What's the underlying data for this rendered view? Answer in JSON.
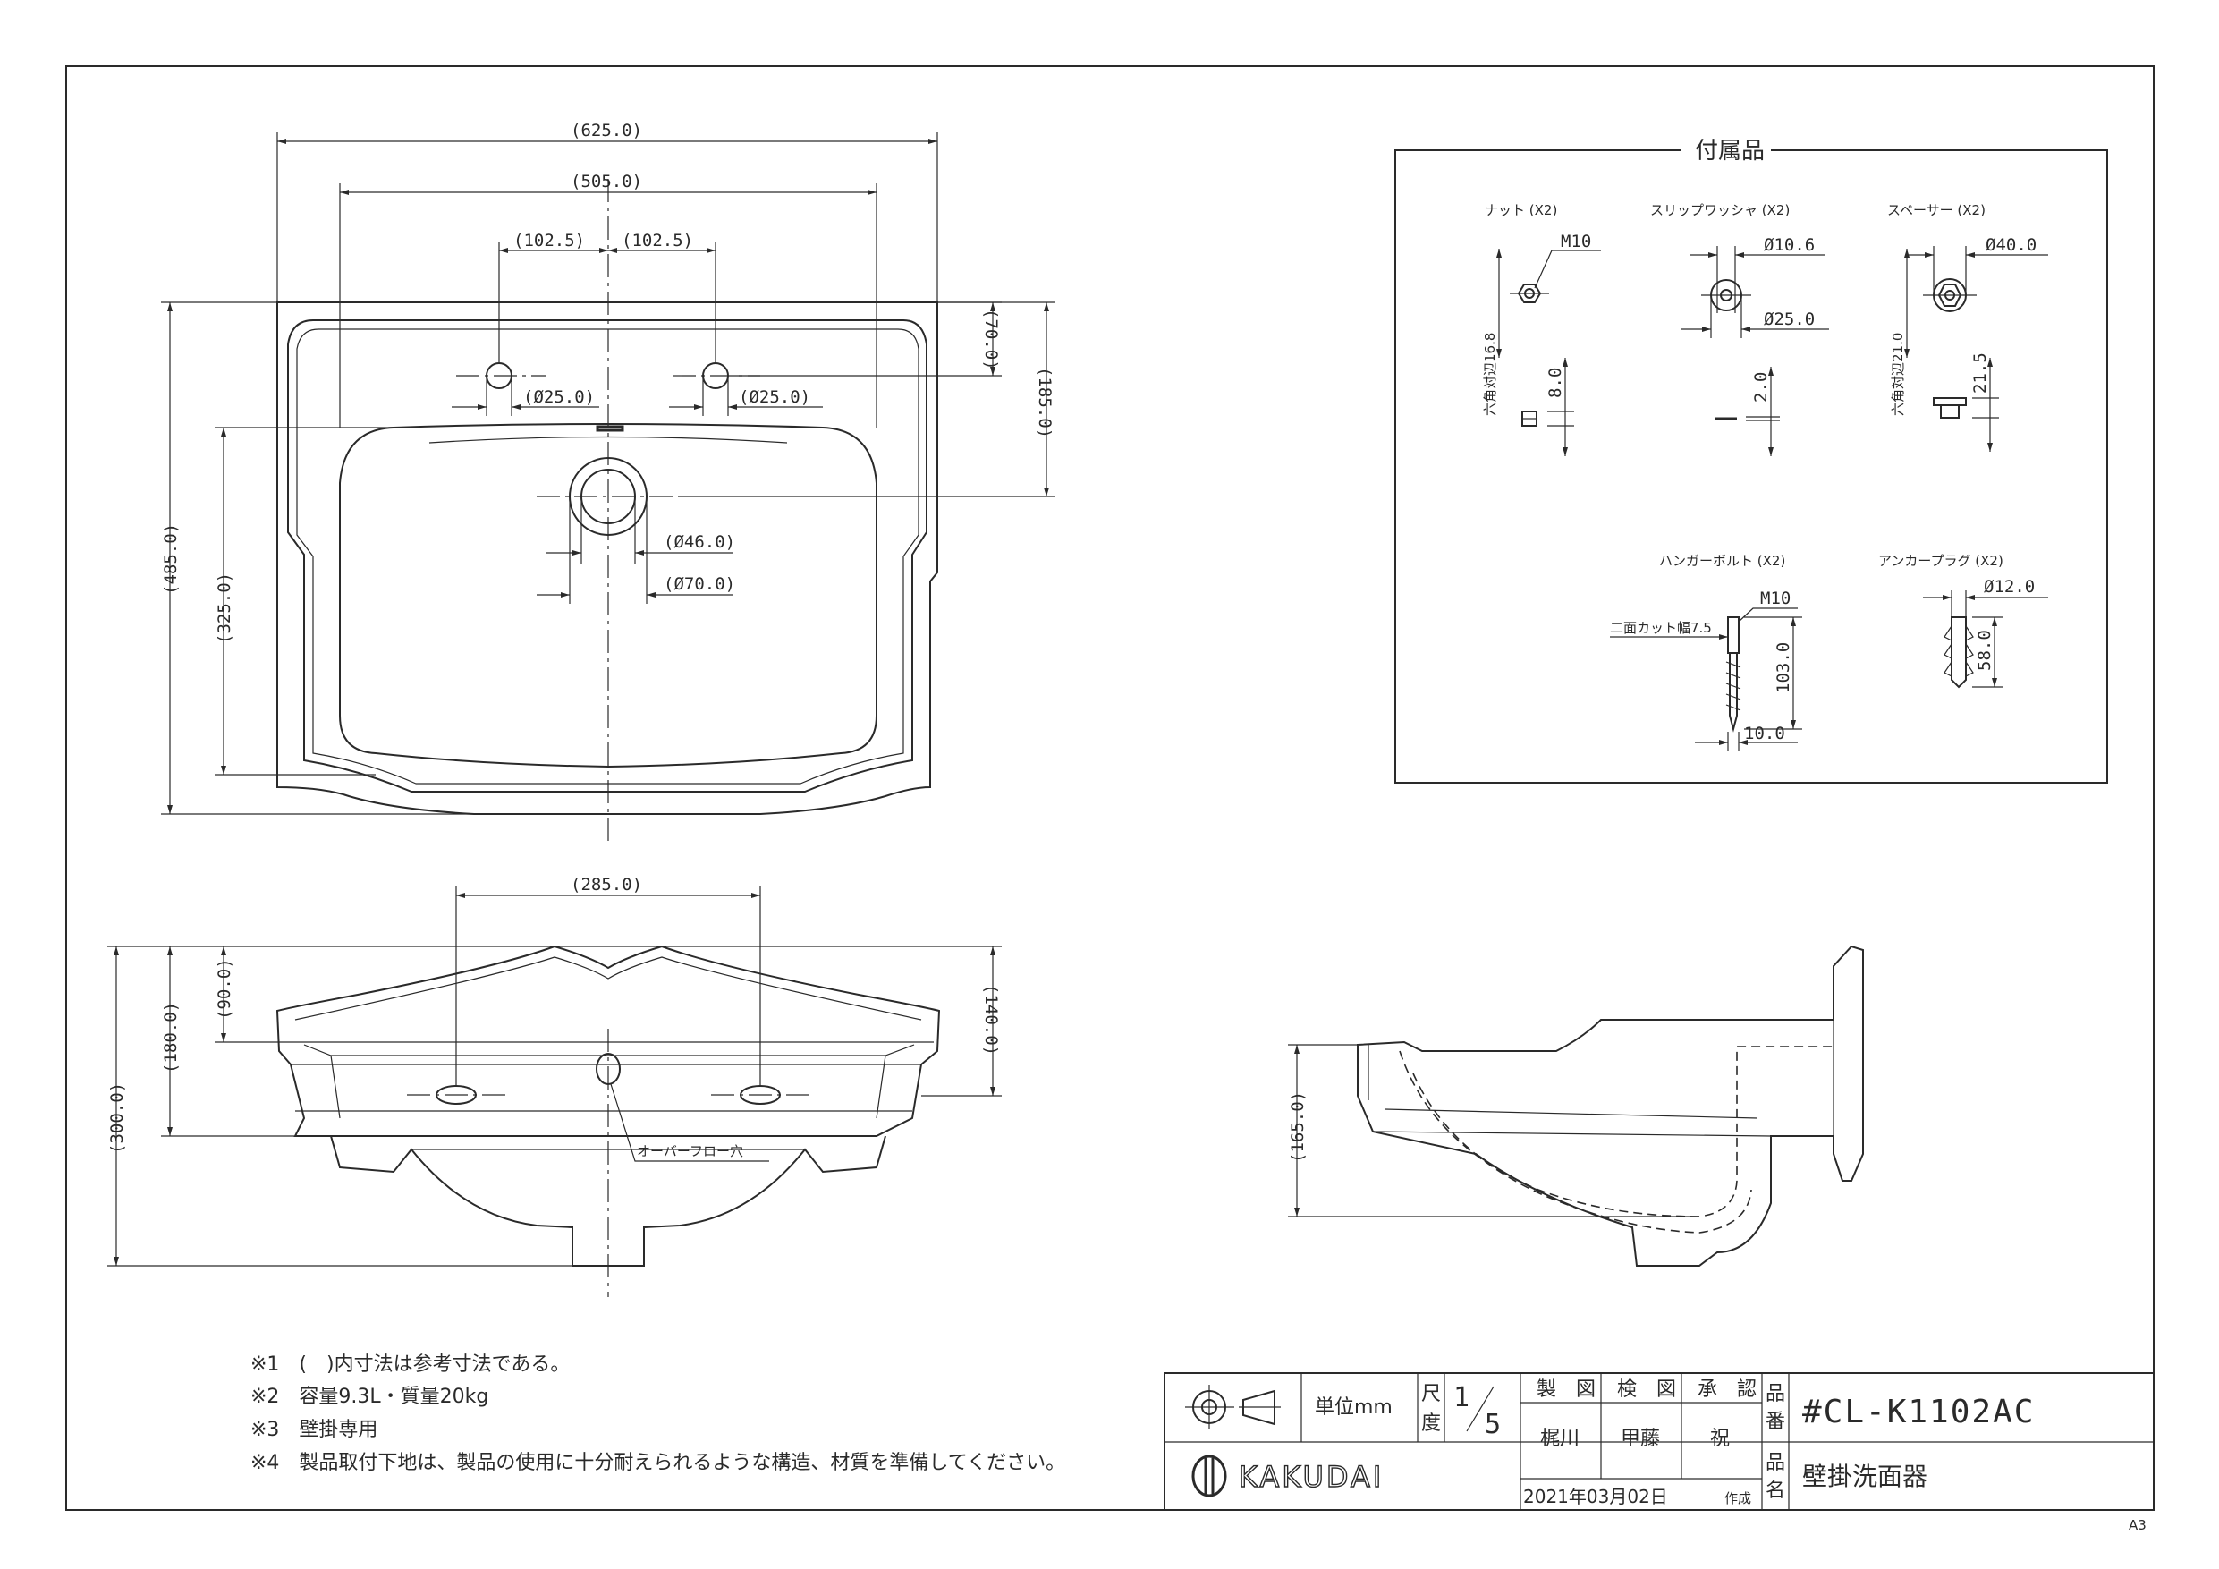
{
  "dimensions": {
    "top_overall_width": "(625.0)",
    "top_inner_width": "(505.0)",
    "tap_offset_left": "(102.5)",
    "tap_offset_right": "(102.5)",
    "tap_hole_left": "(Ø25.0)",
    "tap_hole_right": "(Ø25.0)",
    "drain_inner": "(Ø46.0)",
    "drain_outer": "(Ø70.0)",
    "tap_to_back": "(70.0)",
    "drain_to_back": "(185.0)",
    "overall_depth": "(485.0)",
    "bowl_depth": "(325.0)",
    "front_bracket_spacing": "(285.0)",
    "front_rim_height": "(90.0)",
    "front_body_height": "(180.0)",
    "front_overall_height": "(300.0)",
    "front_side_height": "(140.0)",
    "side_height": "(165.0)"
  },
  "labels": {
    "overflow_hole": "オーバーフロー穴"
  },
  "accessories": {
    "title": "付属品",
    "nut": {
      "name": "ナット (X2)",
      "thread": "M10",
      "hex_width": "六角対辺16.8",
      "height": "8.0"
    },
    "washer": {
      "name": "スリップワッシャ (X2)",
      "inner": "Ø10.6",
      "outer": "Ø25.0",
      "thickness": "2.0"
    },
    "spacer": {
      "name": "スペーサー (X2)",
      "outer": "Ø40.0",
      "hex_width": "六角対辺21.0",
      "height": "21.5"
    },
    "bolt": {
      "name": "ハンガーボルト (X2)",
      "thread": "M10",
      "cut_width": "二面カット幅7.5",
      "length": "103.0",
      "tip": "10.0"
    },
    "plug": {
      "name": "アンカープラグ (X2)",
      "diameter": "Ø12.0",
      "length": "58.0"
    }
  },
  "notes": [
    "※1　(　)内寸法は参考寸法である。",
    "※2　容量9.3L・質量20kg",
    "※3　壁掛専用",
    "※4　製品取付下地は、製品の使用に十分耐えられるような構造、材質を準備してください。"
  ],
  "title_block": {
    "unit_label": "単位mm",
    "scale_label_1": "尺",
    "scale_label_2": "度",
    "scale_num": "1",
    "scale_den": "5",
    "made_label": "製　図",
    "check_label": "検　図",
    "approve_label": "承　認",
    "made_by": "梶川",
    "checked_by": "甲藤",
    "approved_by": "祝",
    "part_no_label_1": "品",
    "part_no_label_2": "番",
    "part_no": "#CL-K1102AC",
    "name_label_1": "品",
    "name_label_2": "名",
    "product_name": "壁掛洗面器",
    "brand": "KAKUDAI",
    "date": "2021年03月02日",
    "date_suffix": "作成"
  },
  "sheet_size": "A3"
}
